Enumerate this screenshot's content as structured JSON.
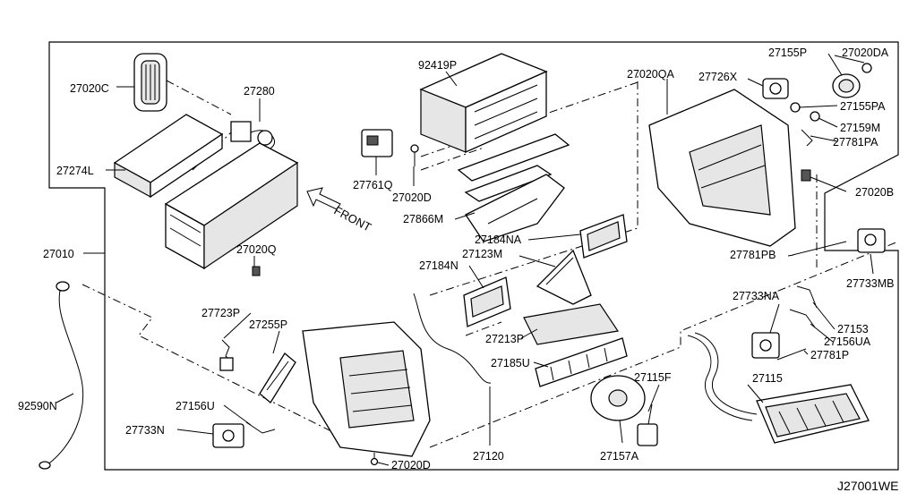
{
  "front_label": "FRONT",
  "diagram_code": "J27001WE",
  "parts": [
    {
      "id": "27020c",
      "label": "27020C"
    },
    {
      "id": "27280",
      "label": "27280"
    },
    {
      "id": "27274l",
      "label": "27274L"
    },
    {
      "id": "27010",
      "label": "27010"
    },
    {
      "id": "92419p",
      "label": "92419P"
    },
    {
      "id": "27761q",
      "label": "27761Q"
    },
    {
      "id": "27020d-top",
      "label": "27020D"
    },
    {
      "id": "27866m",
      "label": "27866M"
    },
    {
      "id": "27020q",
      "label": "27020Q"
    },
    {
      "id": "27184na",
      "label": "27184NA"
    },
    {
      "id": "27123m",
      "label": "27123M"
    },
    {
      "id": "27184n",
      "label": "27184N"
    },
    {
      "id": "27020qa",
      "label": "27020QA"
    },
    {
      "id": "27726x",
      "label": "27726X"
    },
    {
      "id": "27155p",
      "label": "27155P"
    },
    {
      "id": "27020da",
      "label": "27020DA"
    },
    {
      "id": "27155pa",
      "label": "27155PA"
    },
    {
      "id": "27159m",
      "label": "27159M"
    },
    {
      "id": "27781pa",
      "label": "27781PA"
    },
    {
      "id": "27020b",
      "label": "27020B"
    },
    {
      "id": "27781pb",
      "label": "27781PB"
    },
    {
      "id": "27733mb",
      "label": "27733MB"
    },
    {
      "id": "27733na",
      "label": "27733NA"
    },
    {
      "id": "27153",
      "label": "27153"
    },
    {
      "id": "27156ua",
      "label": "27156UA"
    },
    {
      "id": "27781p",
      "label": "27781P"
    },
    {
      "id": "27723p",
      "label": "27723P"
    },
    {
      "id": "27255p",
      "label": "27255P"
    },
    {
      "id": "27213p",
      "label": "27213P"
    },
    {
      "id": "27185u",
      "label": "27185U"
    },
    {
      "id": "27115f",
      "label": "27115F"
    },
    {
      "id": "27115",
      "label": "27115"
    },
    {
      "id": "92590n",
      "label": "92590N"
    },
    {
      "id": "27156u",
      "label": "27156U"
    },
    {
      "id": "27733n",
      "label": "27733N"
    },
    {
      "id": "27020d-bottom",
      "label": "27020D"
    },
    {
      "id": "27120",
      "label": "27120"
    },
    {
      "id": "27157a",
      "label": "27157A"
    }
  ]
}
